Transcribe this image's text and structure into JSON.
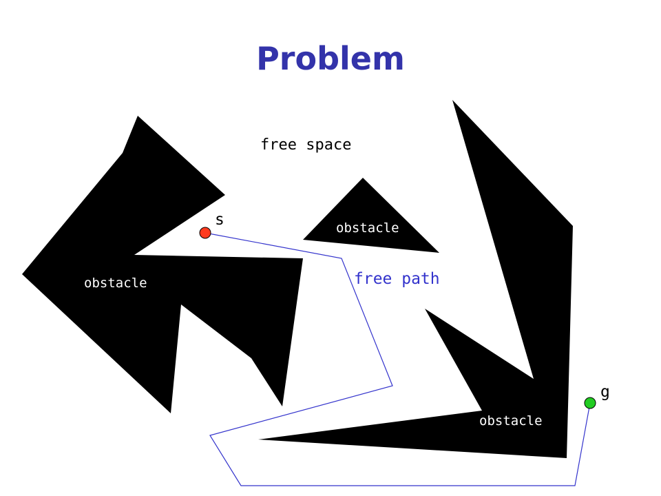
{
  "title": "Problem",
  "labels": {
    "free_space": "free space",
    "obstacle": "obstacle",
    "free_path": "free path",
    "start": "s",
    "goal": "g"
  },
  "colors": {
    "title": "#3333aa",
    "obstacle_fill": "#000000",
    "path": "#3333cc",
    "start_point": "#ff3b1f",
    "goal_point": "#22cc22"
  }
}
